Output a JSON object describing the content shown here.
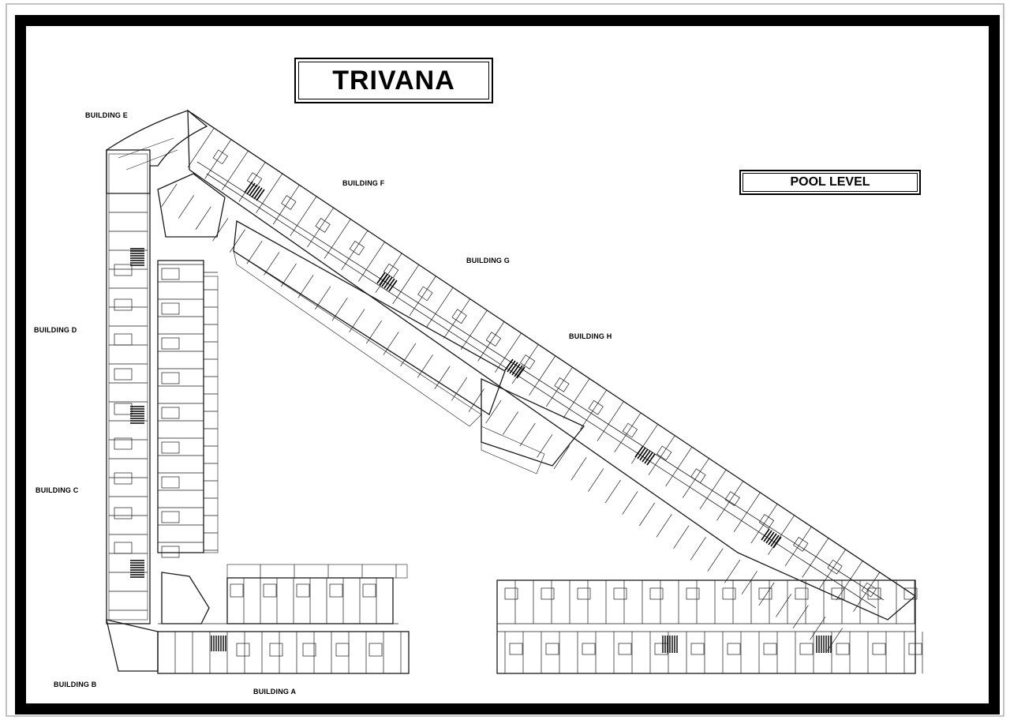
{
  "title": "TRIVANA",
  "level": "POOL LEVEL",
  "buildings": {
    "a": "BUILDING A",
    "b": "BUILDING B",
    "c": "BUILDING C",
    "d": "BUILDING D",
    "e": "BUILDING E",
    "f": "BUILDING F",
    "g": "BUILDING G",
    "h": "BUILDING H"
  },
  "colors": {
    "frame": "#000000",
    "paper": "#ffffff",
    "line": "#1a1a1a"
  }
}
